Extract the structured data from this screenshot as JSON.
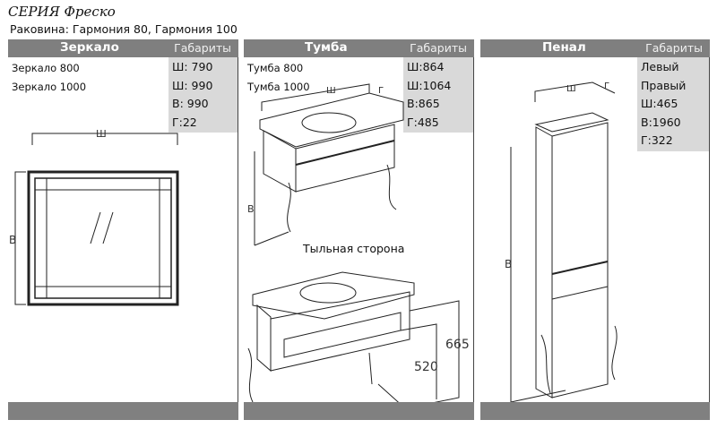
{
  "series_title": "СЕРИЯ  Фреско",
  "sink_line": "Раковина: Гармония 80, Гармония 100",
  "panels": {
    "mirror": {
      "title": "Зеркало",
      "dims_header": "Габариты",
      "items": [
        "Зеркало 800",
        "Зеркало 1000"
      ],
      "dims": [
        "Ш: 790",
        "Ш: 990",
        "В: 990",
        "Г:22"
      ],
      "labels": {
        "width": "Ш",
        "height": "В"
      }
    },
    "cabinet": {
      "title": "Тумба",
      "dims_header": "Габариты",
      "items": [
        "Тумба 800",
        "Тумба 1000"
      ],
      "dims": [
        "Ш:864",
        "Ш:1064",
        "В:865",
        "Г:485"
      ],
      "back_label": "Тыльная сторона",
      "labels": {
        "width": "Ш",
        "depth": "Г",
        "height": "В",
        "h665": "665",
        "h520": "520"
      }
    },
    "tall": {
      "title": "Пенал",
      "dims_header": "Габариты",
      "dims": [
        "Левый",
        "Правый",
        "Ш:465",
        "В:1960",
        "Г:322"
      ],
      "labels": {
        "width": "Ш",
        "depth": "Г",
        "height": "В"
      }
    }
  }
}
